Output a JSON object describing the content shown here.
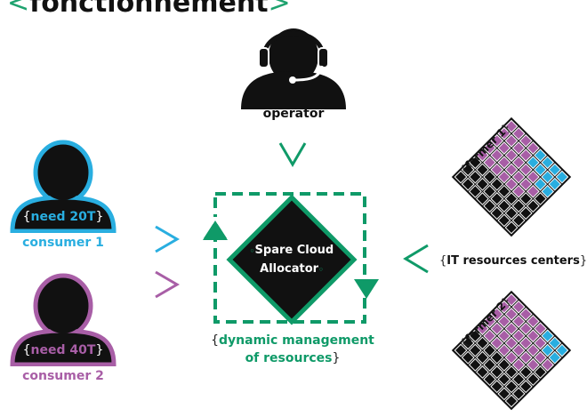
{
  "title": {
    "open": "<",
    "text": "fonctionnement",
    "close": ">"
  },
  "operator": {
    "label": "operator"
  },
  "consumers": [
    {
      "label": "consumer 1",
      "need": "need 20T",
      "color": "#29aee0"
    },
    {
      "label": "consumer 2",
      "need": "need 40T",
      "color": "#a85ea6"
    }
  ],
  "allocator": {
    "line1": "Spare Cloud",
    "line2": "Allocator",
    "color": "#0f9a68"
  },
  "management": {
    "line1": "dynamic management",
    "line2": "of resources"
  },
  "farmers": [
    {
      "label": "farmer 1"
    },
    {
      "label": "farmer 2"
    }
  ],
  "it_centers": {
    "text": "IT resources centers"
  },
  "colors": {
    "green": "#0f9a68",
    "blue": "#29aee0",
    "purple": "#a85ea6",
    "black": "#111111"
  }
}
